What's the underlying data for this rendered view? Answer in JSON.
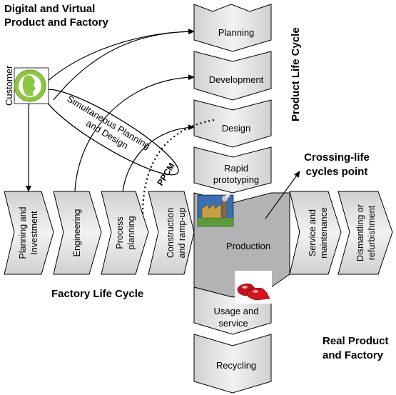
{
  "top_left_heading": [
    "Digital and Virtual",
    "Product and Factory"
  ],
  "product_cycle_title": "Product Life Cycle",
  "product_steps": {
    "planning": "Planning",
    "development": "Development",
    "design": "Design",
    "rapid_prototyping": [
      "Rapid",
      "prototyping"
    ],
    "usage_service": [
      "Usage and",
      "service"
    ],
    "recycling": "Recycling"
  },
  "factory_steps": {
    "planning_investment": [
      "Planning and",
      "Investment"
    ],
    "engineering": "Engineering",
    "process_planning": [
      "Process",
      "planning"
    ],
    "construction_rampup": [
      "Construction",
      "and ramp-up"
    ],
    "service_maintenance": [
      "Service and",
      "maintenance"
    ],
    "dismantling_refurbishment": [
      "Dismantling or",
      "refurbishment"
    ]
  },
  "production_label": "Production",
  "customer_label": "Customer",
  "simultaneous_label": [
    "Simultaneous Planning",
    "and Design"
  ],
  "ppcm_label": "PPCM",
  "crossing_label": [
    "Crossing-life",
    "cycles point"
  ],
  "factory_cycle_title": "Factory Life Cycle",
  "real_heading": [
    "Real Product",
    "and Factory"
  ],
  "colors": {
    "chevron_fill": "#e6e6e6",
    "production_fill": "#b3b3b3",
    "stroke": "#000000",
    "customer_icon": "#8dc63f"
  },
  "icons": [
    "customer-face-icon",
    "factory-icon",
    "red-shoes-icon"
  ]
}
